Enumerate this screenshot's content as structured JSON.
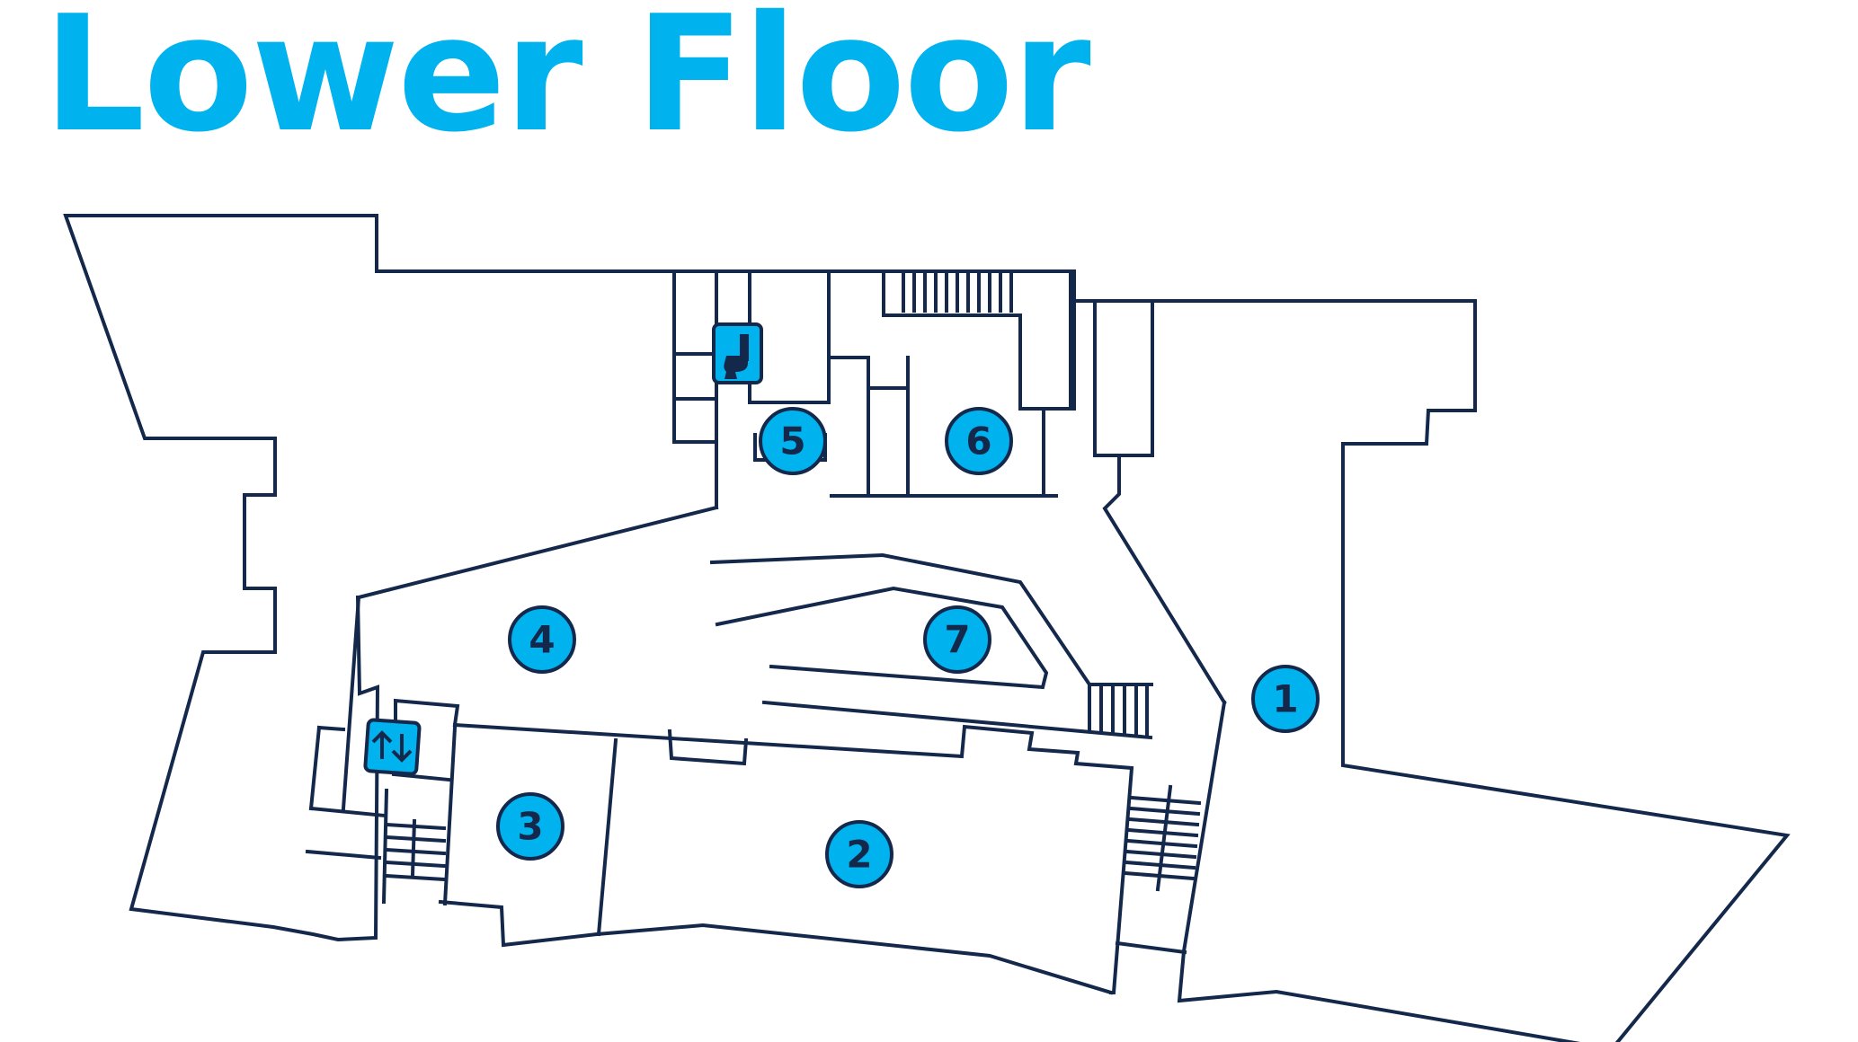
{
  "title": "Lower Floor",
  "colors": {
    "accent": "#00b2ee",
    "line": "#14284b",
    "background": "#ffffff"
  },
  "markers": [
    {
      "id": "1",
      "label": "1"
    },
    {
      "id": "2",
      "label": "2"
    },
    {
      "id": "3",
      "label": "3"
    },
    {
      "id": "4",
      "label": "4"
    },
    {
      "id": "5",
      "label": "5"
    },
    {
      "id": "6",
      "label": "6"
    },
    {
      "id": "7",
      "label": "7"
    }
  ],
  "icons": [
    {
      "id": "restroom",
      "name": "toilet-icon"
    },
    {
      "id": "elevator",
      "name": "elevator-icon"
    }
  ]
}
